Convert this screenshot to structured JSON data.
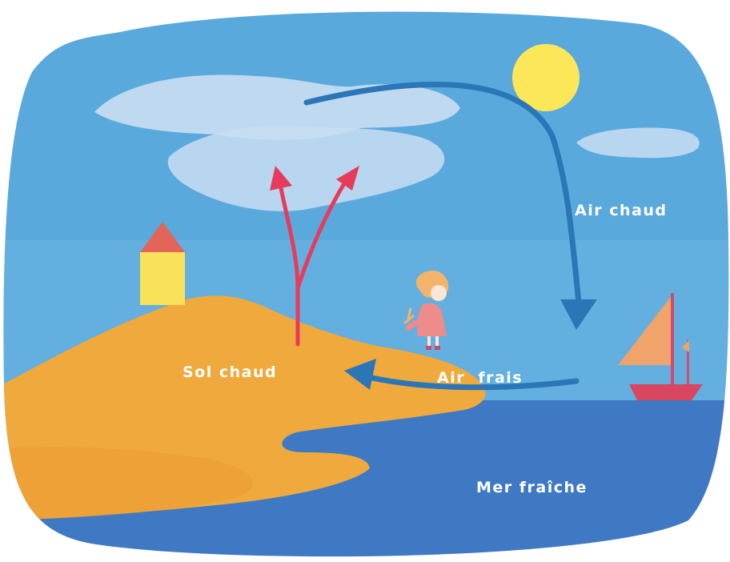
{
  "labels": {
    "warm_air": "Air chaud",
    "warm_ground": "Sol chaud",
    "cool_air": "Air  frais",
    "cool_sea": "Mer fraîche"
  },
  "colors": {
    "sky": "#5aa9dd",
    "sea": "#3f79c4",
    "land": "#f0a93d",
    "cloud": "#c9def2",
    "sun": "#fbe757",
    "rising_arrow": "#e83a5a",
    "circulation_arrow": "#2a76b7",
    "label_text": "#ffffff"
  }
}
